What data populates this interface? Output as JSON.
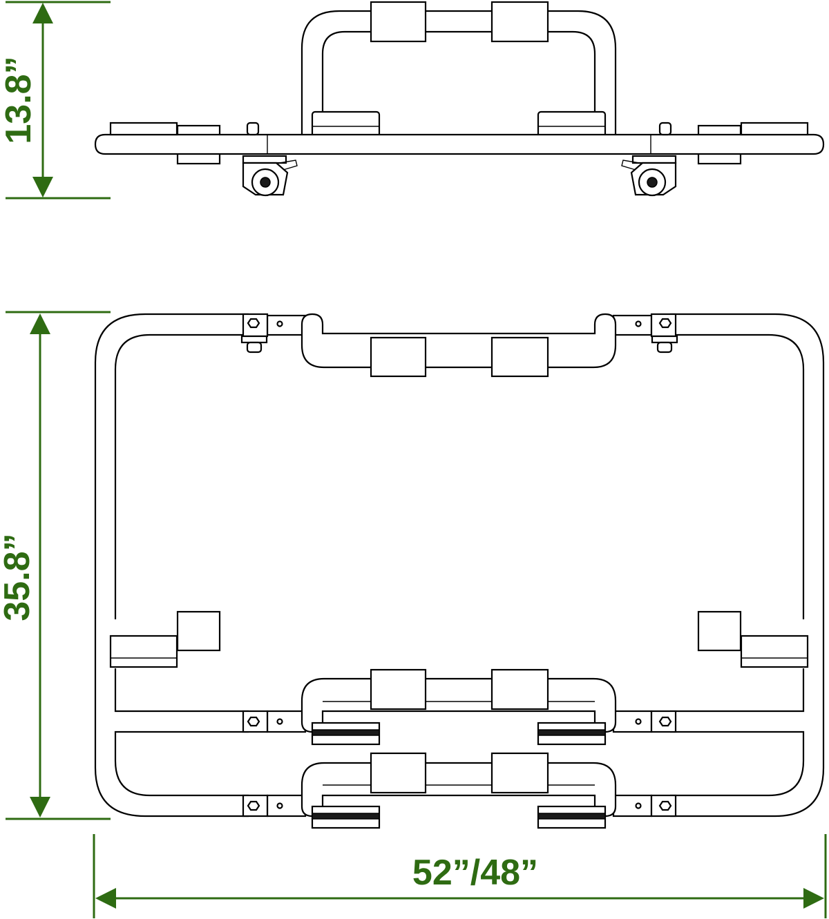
{
  "dimensions": {
    "height": "13.8”",
    "depth": "35.8”",
    "width": "52”/48”"
  },
  "colors": {
    "dimension": "#2e6b12",
    "line": "#000000",
    "background": "#ffffff"
  },
  "views": [
    "side-view",
    "top-view"
  ]
}
